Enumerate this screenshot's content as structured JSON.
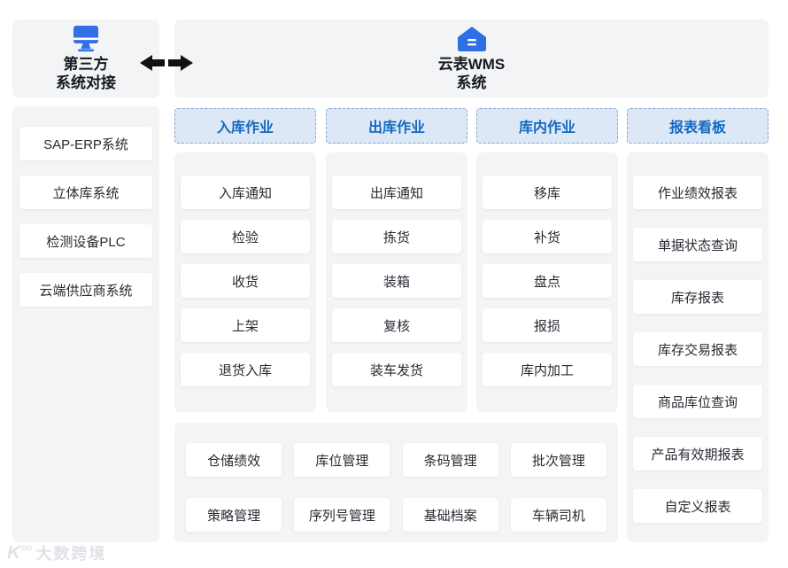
{
  "left_panel": {
    "title_line1": "第三方",
    "title_line2": "系统对接",
    "systems": [
      "SAP-ERP系统",
      "立体库系统",
      "检测设备PLC",
      "云端供应商系统"
    ]
  },
  "wms_panel": {
    "title_line1": "云表WMS",
    "title_line2": "系统",
    "columns": [
      {
        "header": "入库作业",
        "items": [
          "入库通知",
          "检验",
          "收货",
          "上架",
          "退货入库"
        ]
      },
      {
        "header": "出库作业",
        "items": [
          "出库通知",
          "拣货",
          "装箱",
          "复核",
          "装车发货"
        ]
      },
      {
        "header": "库内作业",
        "items": [
          "移库",
          "补货",
          "盘点",
          "报损",
          "库内加工"
        ]
      },
      {
        "header": "报表看板",
        "items": [
          "作业绩效报表",
          "单据状态查询",
          "库存报表",
          "库存交易报表",
          "商品库位查询",
          "产品有效期报表",
          "自定义报表"
        ]
      }
    ],
    "shared_modules": [
      "仓储绩效",
      "库位管理",
      "条码管理",
      "批次管理",
      "策略管理",
      "序列号管理",
      "基础档案",
      "车辆司机"
    ]
  },
  "watermark": {
    "logo": "K",
    "logo_sup": "oo",
    "text": "大数跨境"
  },
  "colors": {
    "icon_blue": "#3370e8",
    "header_text_blue": "#1569c2",
    "header_fill": "#dce8f6",
    "header_border": "#8aa6c9",
    "panel_gray": "#f2f4f6",
    "card_white": "#ffffff",
    "arrow_black": "#111111",
    "title_text": "#15181d"
  }
}
